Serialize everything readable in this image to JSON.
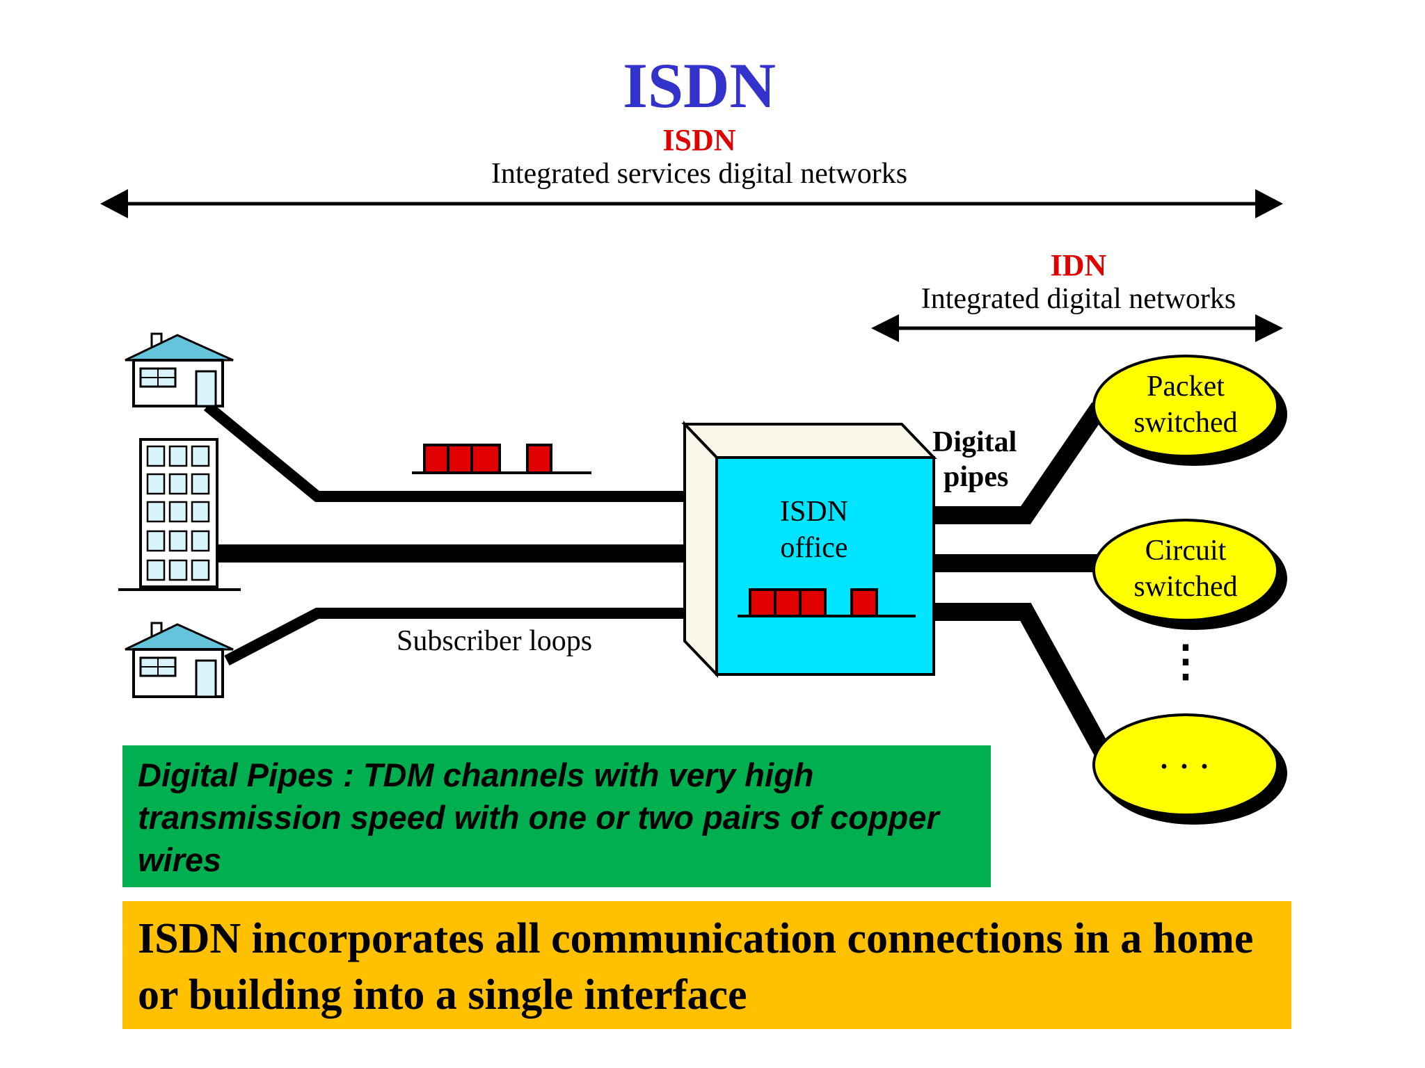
{
  "title": "ISDN",
  "isdn_span": {
    "abbr": "ISDN",
    "full": "Integrated services digital networks"
  },
  "idn_span": {
    "abbr": "IDN",
    "full": "Integrated digital networks"
  },
  "subscriber_loops_label": "Subscriber loops",
  "digital_pipes_label": {
    "line1": "Digital",
    "line2": "pipes"
  },
  "office_label": {
    "line1": "ISDN",
    "line2": "office"
  },
  "nodes": {
    "packet": {
      "line1": "Packet",
      "line2": "switched"
    },
    "circuit": {
      "line1": "Circuit",
      "line2": "switched"
    },
    "other": {
      "label": ". . ."
    },
    "ellipsis_vertical": "⋮"
  },
  "green_note": "Digital Pipes : TDM channels with very high transmission speed with one or two pairs of copper wires",
  "yellow_note": "ISDN incorporates all communication connections in a home or building into a single interface",
  "colors": {
    "title": "#3333cc",
    "abbr": "#e00000",
    "office_front": "#00e5ff",
    "office_side": "#fbf6ea",
    "node_fill": "#ffff00",
    "channel_slot": "#e00000",
    "roof": "#66c3dc",
    "green_box": "#00b050",
    "yellow_box": "#ffc000"
  }
}
